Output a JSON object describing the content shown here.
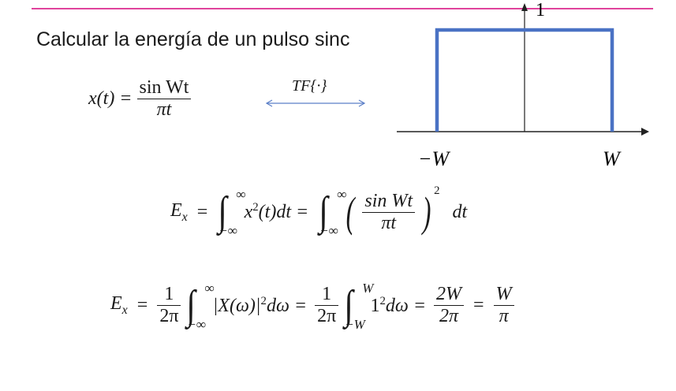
{
  "title": "Calcular la energía de un pulso sinc",
  "signal": {
    "lhs": "x(t) =",
    "num": "sin Wt",
    "den": "πt",
    "transform_label": "TF{·}"
  },
  "plot": {
    "y_label": "1",
    "x_left_label": "−W",
    "x_right_label": "W",
    "line_color": "#4a72c4",
    "pulse_level": 1,
    "pulse_x_range": [
      -1,
      1
    ]
  },
  "eq1": {
    "lhs": "E",
    "lhs_sub": "x",
    "eq": "=",
    "int1_upper": "∞",
    "int1_lower": "−∞",
    "integrand1": "x",
    "integrand1_sup": "2",
    "integrand1_rest": "(t)dt =",
    "int2_upper": "∞",
    "int2_lower": "−∞",
    "frac_num": "sin Wt",
    "frac_den": "πt",
    "power": "2",
    "dt": "dt"
  },
  "eq2": {
    "lhs": "E",
    "lhs_sub": "x",
    "eq": "=",
    "f1_num": "1",
    "f1_den": "2π",
    "int1_upper": "∞",
    "int1_lower": "−∞",
    "integrand1": "|X(ω)|",
    "integrand1_sup": "2",
    "integrand1_rest": "dω =",
    "f2_num": "1",
    "f2_den": "2π",
    "int2_upper": "W",
    "int2_lower": "−W",
    "integrand2": "1",
    "integrand2_sup": "2",
    "integrand2_rest": "dω =",
    "f3_num": "2W",
    "f3_den": "2π",
    "eq_last": "=",
    "f4_num": "W",
    "f4_den": "π"
  }
}
